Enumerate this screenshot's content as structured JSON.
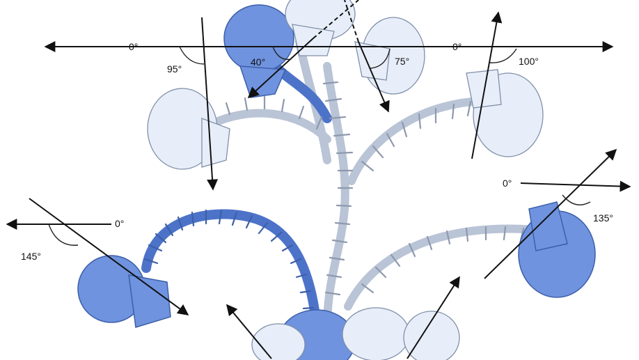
{
  "figure": {
    "colors": {
      "highlight": "#6f93df",
      "highlight_stroke": "#3d5fa8",
      "neutral": "#e8eef9",
      "line": "#111111"
    },
    "labels": {
      "top_left_zero": "0°",
      "top_right_zero": "0°",
      "flexion_95": "95°",
      "extension_40": "40°",
      "extension_75": "75°",
      "flexion_100": "100°",
      "lower_right_zero": "0°",
      "lower_left_zero": "0°",
      "extension_145": "145°",
      "extension_135": "135°"
    }
  }
}
